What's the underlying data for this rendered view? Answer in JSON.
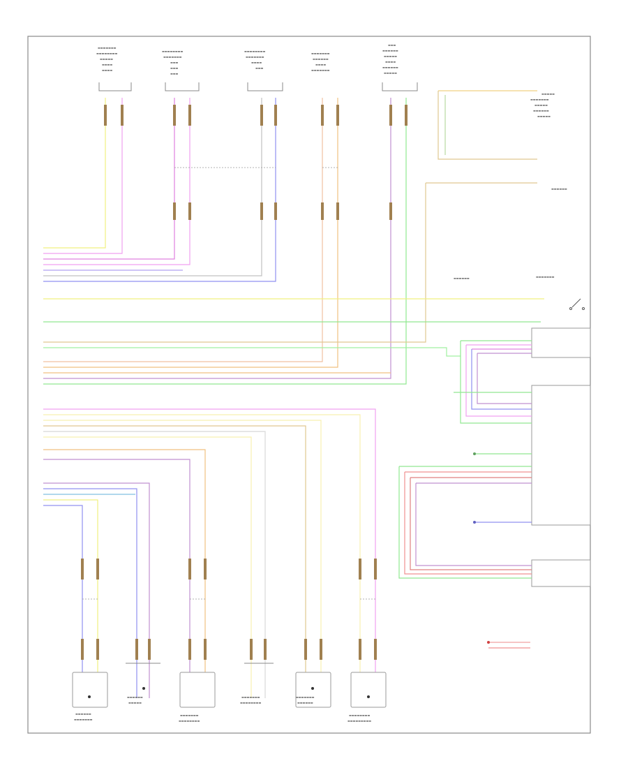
{
  "diagram": {
    "footer_code": "",
    "colors": {
      "yellow": "#f0f080",
      "pink": "#f0a0f0",
      "magenta": "#e080e0",
      "violet": "#b0a0f0",
      "blue": "#9090f0",
      "green": "#90e890",
      "lightgreen": "#a0f0a0",
      "orange": "#f0c080",
      "tan": "#e0c890",
      "peach": "#f0c0a0",
      "red": "#f09090",
      "purple": "#c090d0",
      "gray": "#b0b0b0",
      "lightyellow": "#f8f0b0"
    },
    "legend_dots": [
      "red-dot",
      "green-dot",
      "blue-dot"
    ]
  }
}
